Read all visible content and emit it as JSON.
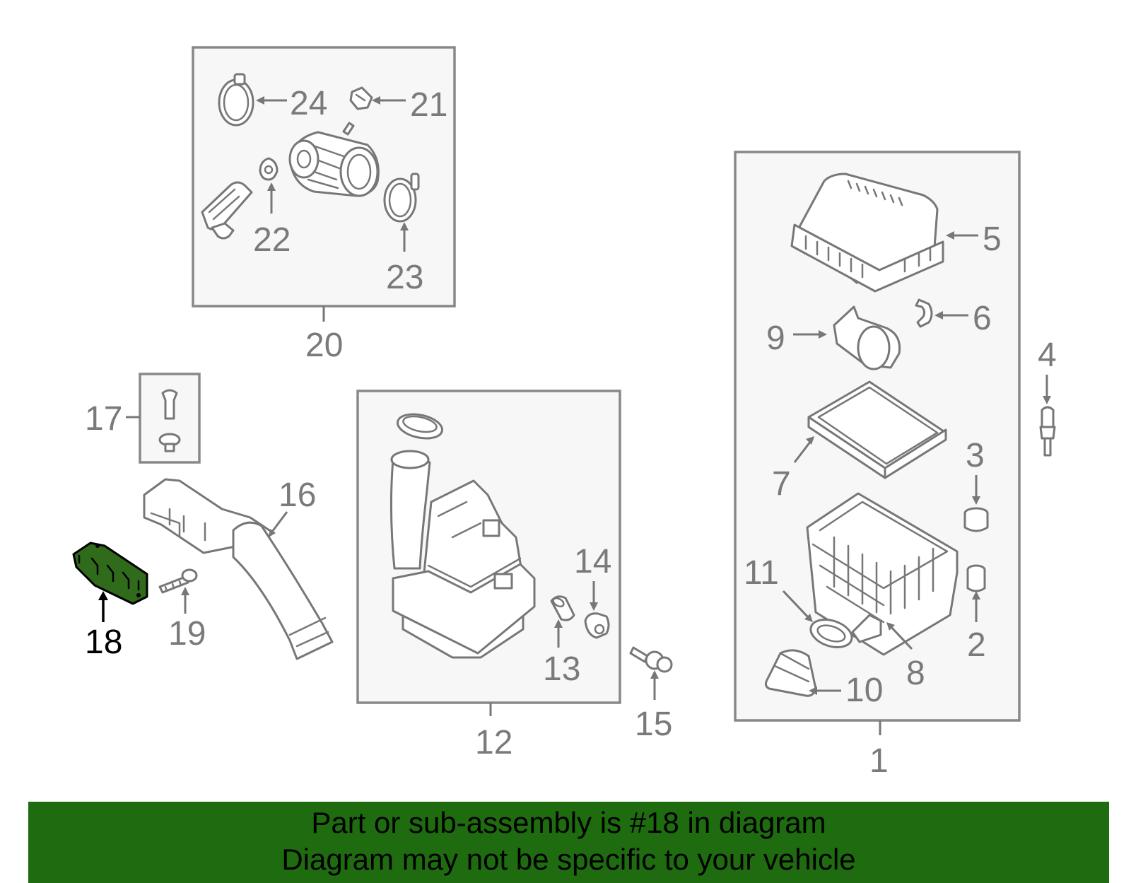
{
  "highlight_color": "#2f6b1a",
  "banner": {
    "background": "#1e6b10",
    "line1": "Part or sub-assembly is #18 in diagram",
    "line2": "Diagram may not be specific to your vehicle"
  },
  "highlighted_part": "18",
  "callouts": {
    "c1": "1",
    "c2": "2",
    "c3": "3",
    "c4": "4",
    "c5": "5",
    "c6": "6",
    "c7": "7",
    "c8": "8",
    "c9": "9",
    "c10": "10",
    "c11": "11",
    "c12": "12",
    "c13": "13",
    "c14": "14",
    "c15": "15",
    "c16": "16",
    "c17": "17",
    "c18": "18",
    "c19": "19",
    "c20": "20",
    "c21": "21",
    "c22": "22",
    "c23": "23",
    "c24": "24"
  }
}
